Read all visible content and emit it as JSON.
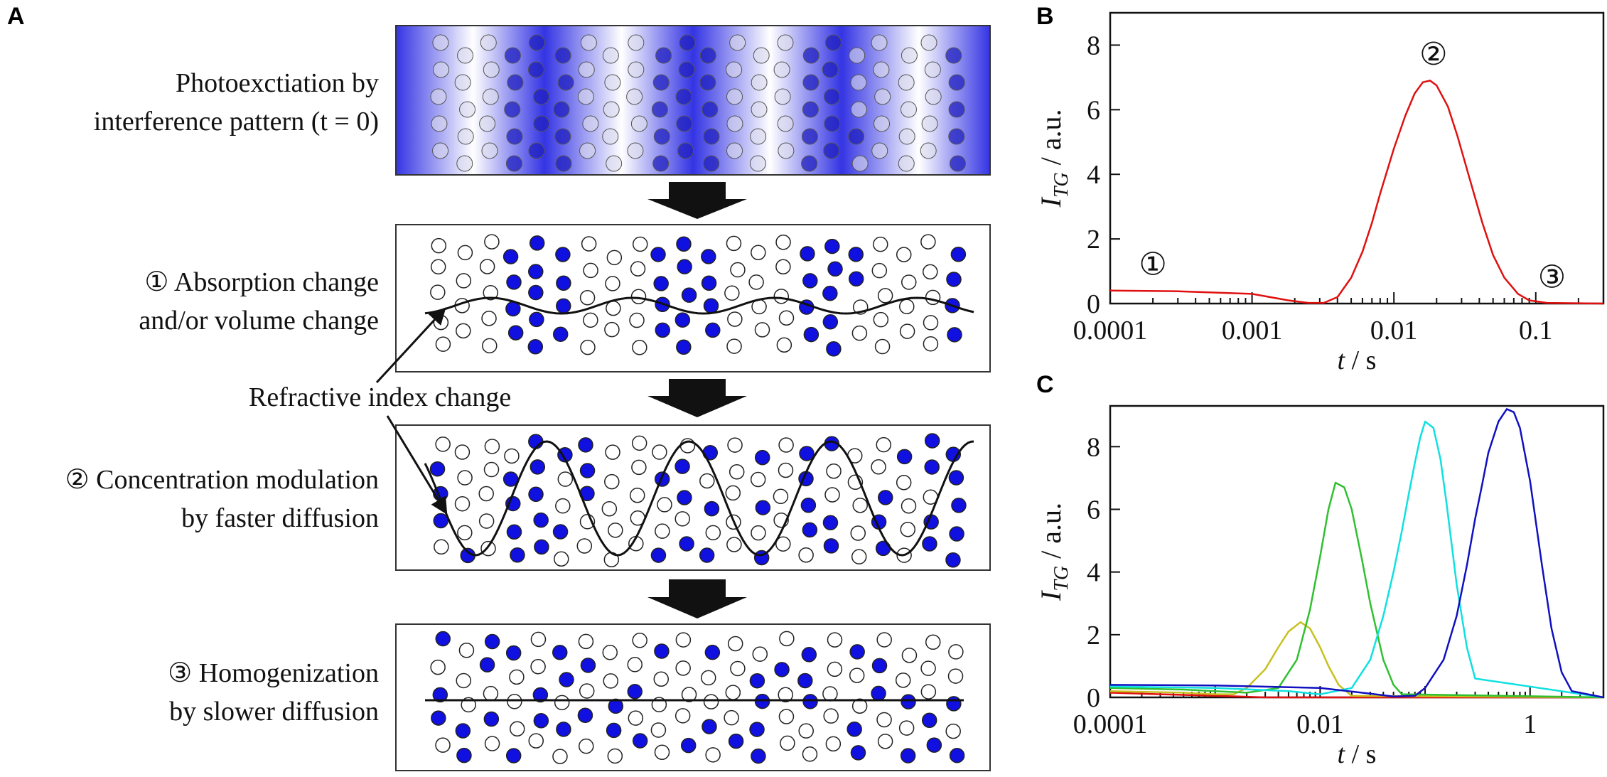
{
  "panels": {
    "a": "A",
    "b": "B",
    "c": "C"
  },
  "panel_a": {
    "steps": [
      {
        "line1": "Photoexctiation by",
        "line2": "interference pattern (t = 0)"
      },
      {
        "line1": "① Absorption change",
        "line2": "and/or volume change"
      },
      {
        "line1": "② Concentration modulation",
        "line2": "by faster diffusion"
      },
      {
        "line1": "③ Homogenization",
        "line2": "by slower diffusion"
      }
    ],
    "annotation": "Refractive index change",
    "colors": {
      "excited": "#1010e0",
      "ground": "#ffffff",
      "gradient": "#3a3ae6"
    }
  },
  "chart_data": [
    {
      "panel": "B",
      "type": "line",
      "xscale": "log",
      "xlim": [
        0.0001,
        0.3
      ],
      "ylim": [
        0,
        9
      ],
      "xticks": [
        "0.0001",
        "0.001",
        "0.01",
        "0.1"
      ],
      "yticks": [
        "0",
        "2",
        "4",
        "6",
        "8"
      ],
      "xlabel": "t / s",
      "ylabel": "I_TG / a.u.",
      "annotations": [
        {
          "text": "①",
          "x": 0.0002,
          "y": 1.2
        },
        {
          "text": "②",
          "x": 0.019,
          "y": 7.7
        },
        {
          "text": "③",
          "x": 0.13,
          "y": 0.8
        }
      ],
      "series": [
        {
          "color": "#e01010",
          "x": [
            0.0001,
            0.0003,
            0.001,
            0.0018,
            0.0025,
            0.0032,
            0.004,
            0.005,
            0.006,
            0.007,
            0.008,
            0.01,
            0.012,
            0.014,
            0.016,
            0.018,
            0.02,
            0.024,
            0.028,
            0.034,
            0.042,
            0.05,
            0.06,
            0.075,
            0.09,
            0.12,
            0.3
          ],
          "y": [
            0.4,
            0.38,
            0.3,
            0.1,
            0.02,
            0.02,
            0.2,
            0.8,
            1.6,
            2.5,
            3.4,
            4.8,
            5.8,
            6.5,
            6.85,
            6.9,
            6.75,
            6.1,
            5.2,
            3.9,
            2.5,
            1.5,
            0.8,
            0.3,
            0.1,
            0.02,
            0.0
          ]
        }
      ]
    },
    {
      "panel": "C",
      "type": "line",
      "xscale": "log",
      "xlim": [
        0.0001,
        5
      ],
      "ylim": [
        0,
        9.3
      ],
      "xticks": [
        "0.0001",
        "0.01",
        "1"
      ],
      "yticks": [
        "0",
        "2",
        "4",
        "6",
        "8"
      ],
      "xlabel": "t / s",
      "ylabel": "I_TG / a.u.",
      "series": [
        {
          "color": "#e01010",
          "x": [
            0.0001,
            0.0003,
            0.001,
            0.002,
            0.003,
            0.005,
            5
          ],
          "y": [
            0.15,
            0.1,
            0.05,
            0.02,
            0.0,
            0.0,
            0.0
          ]
        },
        {
          "color": "#c8c020",
          "x": [
            0.0001,
            0.0005,
            0.001,
            0.0015,
            0.002,
            0.003,
            0.004,
            0.005,
            0.0065,
            0.008,
            0.01,
            0.012,
            0.015,
            0.02,
            5
          ],
          "y": [
            0.2,
            0.15,
            0.1,
            0.1,
            0.3,
            0.9,
            1.6,
            2.1,
            2.4,
            2.2,
            1.6,
            1.0,
            0.4,
            0.05,
            0.0
          ]
        },
        {
          "color": "#30c030",
          "x": [
            0.0001,
            0.0005,
            0.001,
            0.002,
            0.004,
            0.006,
            0.008,
            0.01,
            0.012,
            0.014,
            0.017,
            0.02,
            0.025,
            0.03,
            0.04,
            0.05,
            0.06,
            5
          ],
          "y": [
            0.3,
            0.25,
            0.2,
            0.15,
            0.3,
            1.2,
            2.8,
            4.5,
            6.0,
            6.85,
            6.7,
            6.0,
            4.4,
            3.0,
            1.2,
            0.4,
            0.1,
            0.0
          ]
        },
        {
          "color": "#10e0e0",
          "x": [
            0.0001,
            0.001,
            0.005,
            0.01,
            0.02,
            0.03,
            0.04,
            0.05,
            0.06,
            0.07,
            0.08,
            0.09,
            0.1,
            0.12,
            0.14,
            0.16,
            0.2,
            0.25,
            0.3,
            5
          ],
          "y": [
            0.35,
            0.3,
            0.2,
            0.1,
            0.3,
            1.2,
            2.6,
            4.0,
            5.3,
            6.5,
            7.5,
            8.3,
            8.8,
            8.6,
            7.6,
            6.2,
            3.6,
            1.6,
            0.6,
            0.0
          ]
        },
        {
          "color": "#1010c0",
          "x": [
            0.0001,
            0.001,
            0.01,
            0.03,
            0.05,
            0.08,
            0.1,
            0.15,
            0.2,
            0.25,
            0.3,
            0.35,
            0.4,
            0.5,
            0.6,
            0.7,
            0.8,
            1.0,
            1.3,
            1.6,
            2.0,
            2.5,
            5
          ],
          "y": [
            0.4,
            0.38,
            0.3,
            0.12,
            0.03,
            0.05,
            0.3,
            1.2,
            2.6,
            4.2,
            5.7,
            6.8,
            7.8,
            8.8,
            9.2,
            9.1,
            8.6,
            6.9,
            4.2,
            2.2,
            0.8,
            0.2,
            0.0
          ]
        }
      ]
    }
  ]
}
